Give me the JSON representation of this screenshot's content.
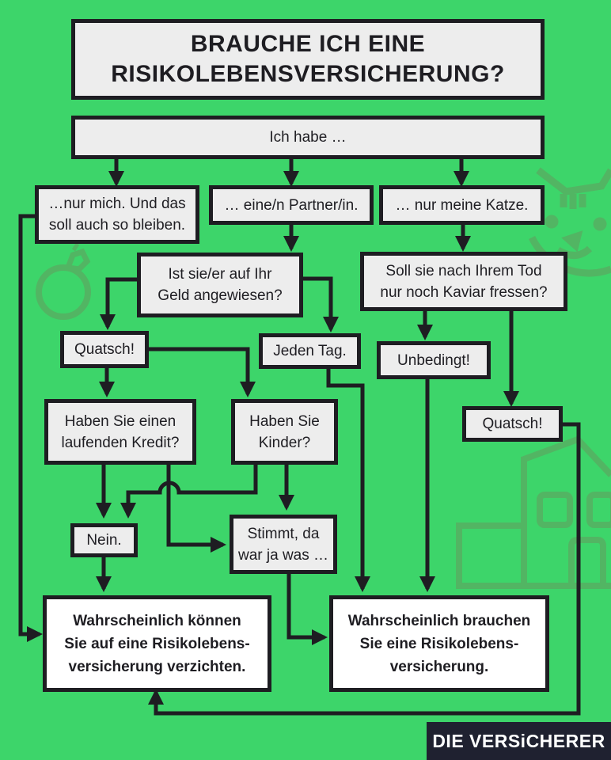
{
  "title": "BRAUCHE ICH EINE\nRISIKOLEBENSVERSICHERUNG?",
  "colors": {
    "background": "#3dd56a",
    "line": "#1e1d22",
    "box_fill": "#ededed",
    "result_fill": "#ffffff",
    "brand_bg": "#1f2130",
    "decoration": "#52b563"
  },
  "nodes": {
    "start": "Ich habe …",
    "only_me": "…nur mich. Und das\nsoll auch so bleiben.",
    "partner": "… eine/n Partner/in.",
    "cat": "… nur meine Katze.",
    "dependent_q": "Ist sie/er auf Ihr\nGeld angewiesen?",
    "caviar_q": "Soll sie nach Ihrem Tod\nnur noch Kaviar fressen?",
    "quatsch_1": "Quatsch!",
    "jeden_tag": "Jeden Tag.",
    "unbedingt": "Unbedingt!",
    "quatsch_2": "Quatsch!",
    "credit_q": "Haben Sie einen\nlaufenden Kredit?",
    "kids_q": "Haben Sie\nKinder?",
    "nein": "Nein.",
    "stimmt": "Stimmt, da\nwar ja was …",
    "result_no": "Wahrscheinlich können\nSie auf eine Risikolebens-\nversicherung verzichten.",
    "result_yes": "Wahrscheinlich brauchen\nSie eine Risikolebens-\nversicherung."
  },
  "decorations": [
    "ring-icon",
    "cat-icon",
    "house-icon"
  ],
  "brand": "DIE VERSiCHERER"
}
